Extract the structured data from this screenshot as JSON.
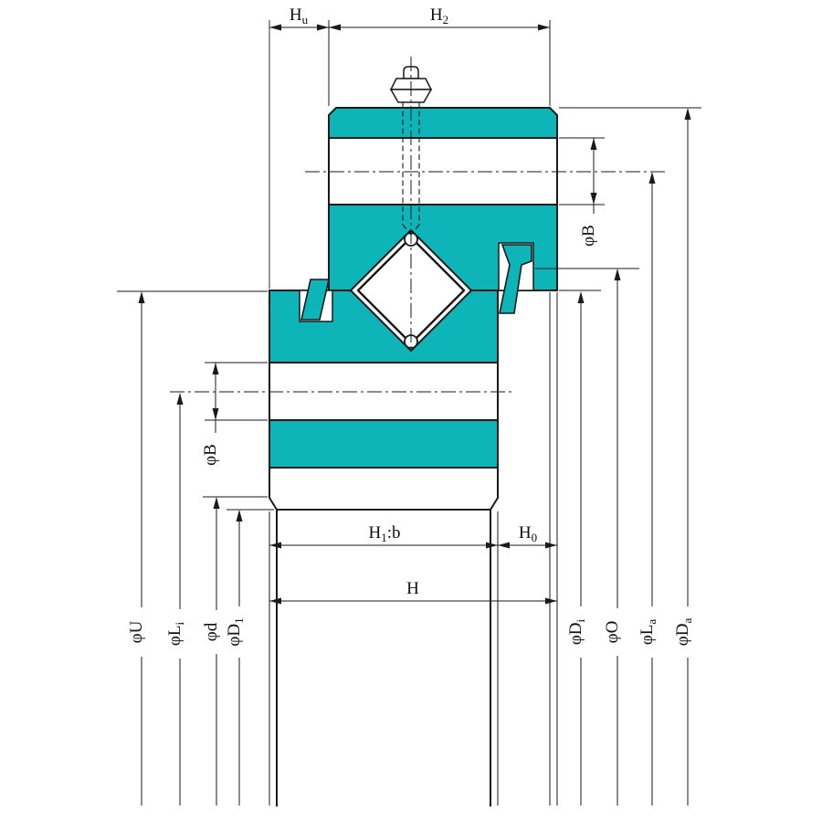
{
  "drawing": {
    "teal": "#0db4b8",
    "line": "#1a1a1a",
    "background": "#ffffff"
  },
  "dimension_labels": {
    "hu": {
      "pre": "H",
      "sub": "u",
      "post": ""
    },
    "h2": {
      "pre": "H",
      "sub": "2",
      "post": ""
    },
    "h1b": {
      "pre": "H",
      "sub": "1",
      "post": ":b"
    },
    "h0": {
      "pre": "H",
      "sub": "0",
      "post": ""
    },
    "h": {
      "pre": "H",
      "sub": "",
      "post": ""
    },
    "phi_b_outer": {
      "pre": "φB",
      "sub": "",
      "post": ""
    },
    "phi_b_inner": {
      "pre": "φB",
      "sub": "",
      "post": ""
    },
    "phi_u": {
      "pre": "φU",
      "sub": "",
      "post": ""
    },
    "phi_l_i": {
      "pre": "φL",
      "sub": "i",
      "post": ""
    },
    "phi_d": {
      "pre": "φd",
      "sub": "",
      "post": ""
    },
    "phi_d1": {
      "pre": "φD",
      "sub": "1",
      "post": ""
    },
    "phi_d_i": {
      "pre": "φD",
      "sub": "i",
      "post": ""
    },
    "phi_o": {
      "pre": "φO",
      "sub": "",
      "post": ""
    },
    "phi_l_a": {
      "pre": "φL",
      "sub": "a",
      "post": ""
    },
    "phi_d_a": {
      "pre": "φD",
      "sub": "a",
      "post": ""
    }
  }
}
